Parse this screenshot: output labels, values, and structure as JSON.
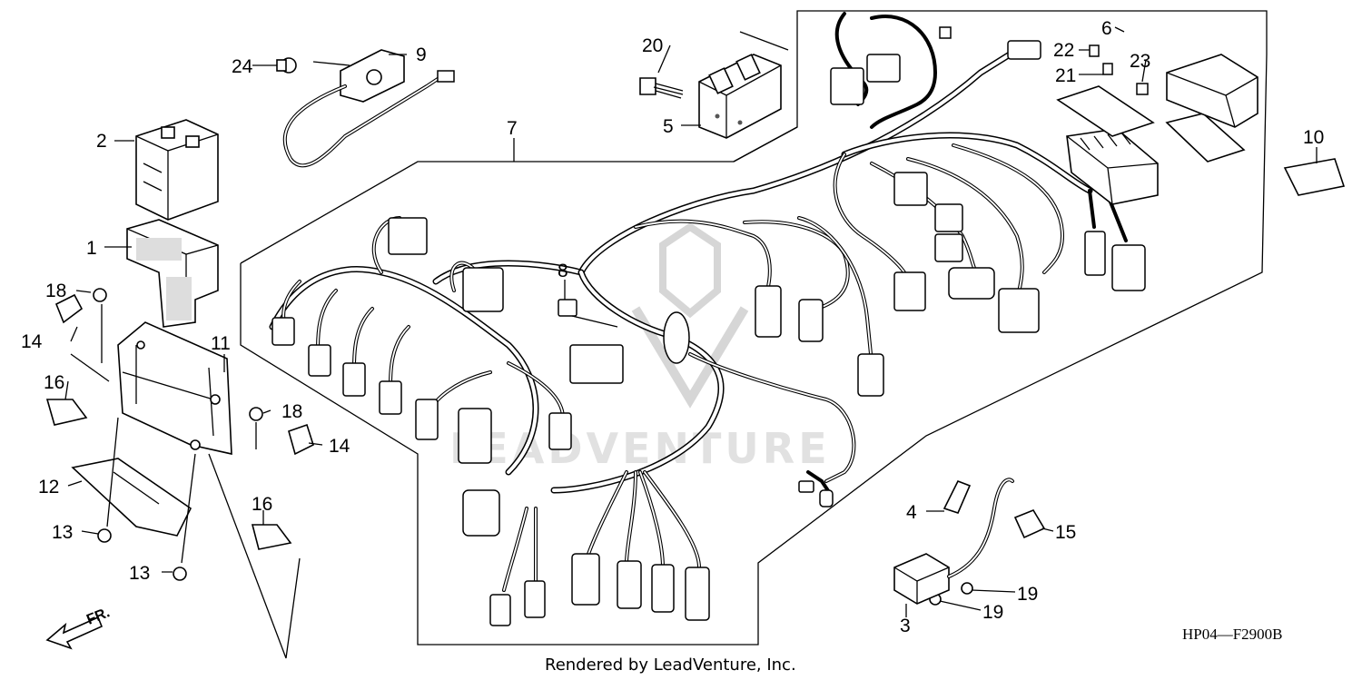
{
  "diagram": {
    "code": "HP04—F2900B",
    "credit": "Rendered by LeadVenture, Inc.",
    "watermark": "LEADVENTURE",
    "front_label": "FR.",
    "callouts": [
      {
        "id": "c1",
        "text": "1"
      },
      {
        "id": "c2",
        "text": "2"
      },
      {
        "id": "c3",
        "text": "3"
      },
      {
        "id": "c4",
        "text": "4"
      },
      {
        "id": "c5",
        "text": "5"
      },
      {
        "id": "c6",
        "text": "6"
      },
      {
        "id": "c7",
        "text": "7"
      },
      {
        "id": "c8",
        "text": "8"
      },
      {
        "id": "c9",
        "text": "9"
      },
      {
        "id": "c10",
        "text": "10"
      },
      {
        "id": "c11",
        "text": "11"
      },
      {
        "id": "c12",
        "text": "12"
      },
      {
        "id": "c13a",
        "text": "13"
      },
      {
        "id": "c13b",
        "text": "13"
      },
      {
        "id": "c14a",
        "text": "14"
      },
      {
        "id": "c14b",
        "text": "14"
      },
      {
        "id": "c15",
        "text": "15"
      },
      {
        "id": "c16a",
        "text": "16"
      },
      {
        "id": "c16b",
        "text": "16"
      },
      {
        "id": "c18a",
        "text": "18"
      },
      {
        "id": "c18b",
        "text": "18"
      },
      {
        "id": "c19a",
        "text": "19"
      },
      {
        "id": "c19b",
        "text": "19"
      },
      {
        "id": "c20",
        "text": "20"
      },
      {
        "id": "c21",
        "text": "21"
      },
      {
        "id": "c22",
        "text": "22"
      },
      {
        "id": "c23",
        "text": "23"
      },
      {
        "id": "c24",
        "text": "24"
      }
    ]
  }
}
